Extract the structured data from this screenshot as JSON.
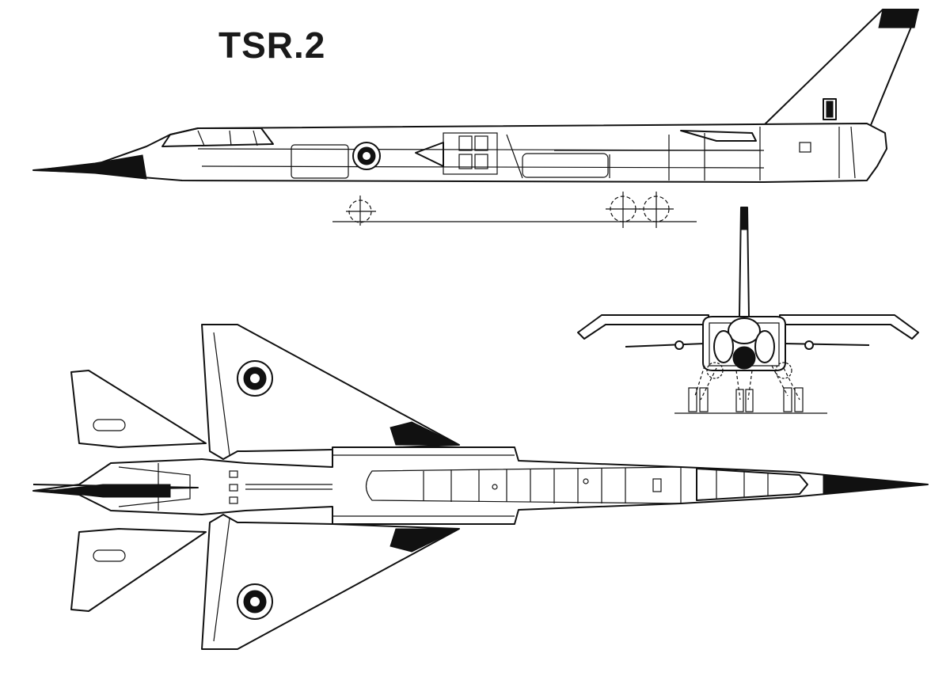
{
  "title": "TSR.2",
  "colors": {
    "ink": "#111111",
    "paper": "#ffffff"
  },
  "views": [
    "side-view",
    "front-view",
    "top-view"
  ]
}
